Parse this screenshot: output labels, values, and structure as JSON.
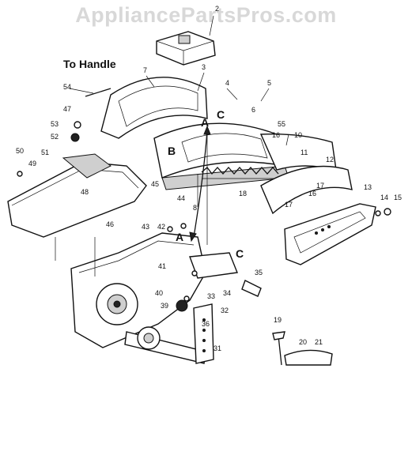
{
  "watermark": "AppliancePartsPros.com",
  "handle_label": "To Handle",
  "section_letters": [
    "A",
    "B",
    "C",
    "A",
    "C"
  ],
  "part_numbers": [
    "2",
    "3",
    "4",
    "5",
    "6",
    "7",
    "8",
    "10",
    "11",
    "12",
    "13",
    "14",
    "15",
    "16",
    "17",
    "17",
    "16",
    "18",
    "19",
    "20",
    "21",
    "31",
    "32",
    "33",
    "34",
    "35",
    "36",
    "39",
    "40",
    "41",
    "42",
    "43",
    "44",
    "45",
    "46",
    "47",
    "48",
    "49",
    "50",
    "51",
    "52",
    "53",
    "54",
    "55"
  ],
  "colors": {
    "ink": "#111111",
    "watermark": "#d8d8d8",
    "background": "#ffffff"
  }
}
